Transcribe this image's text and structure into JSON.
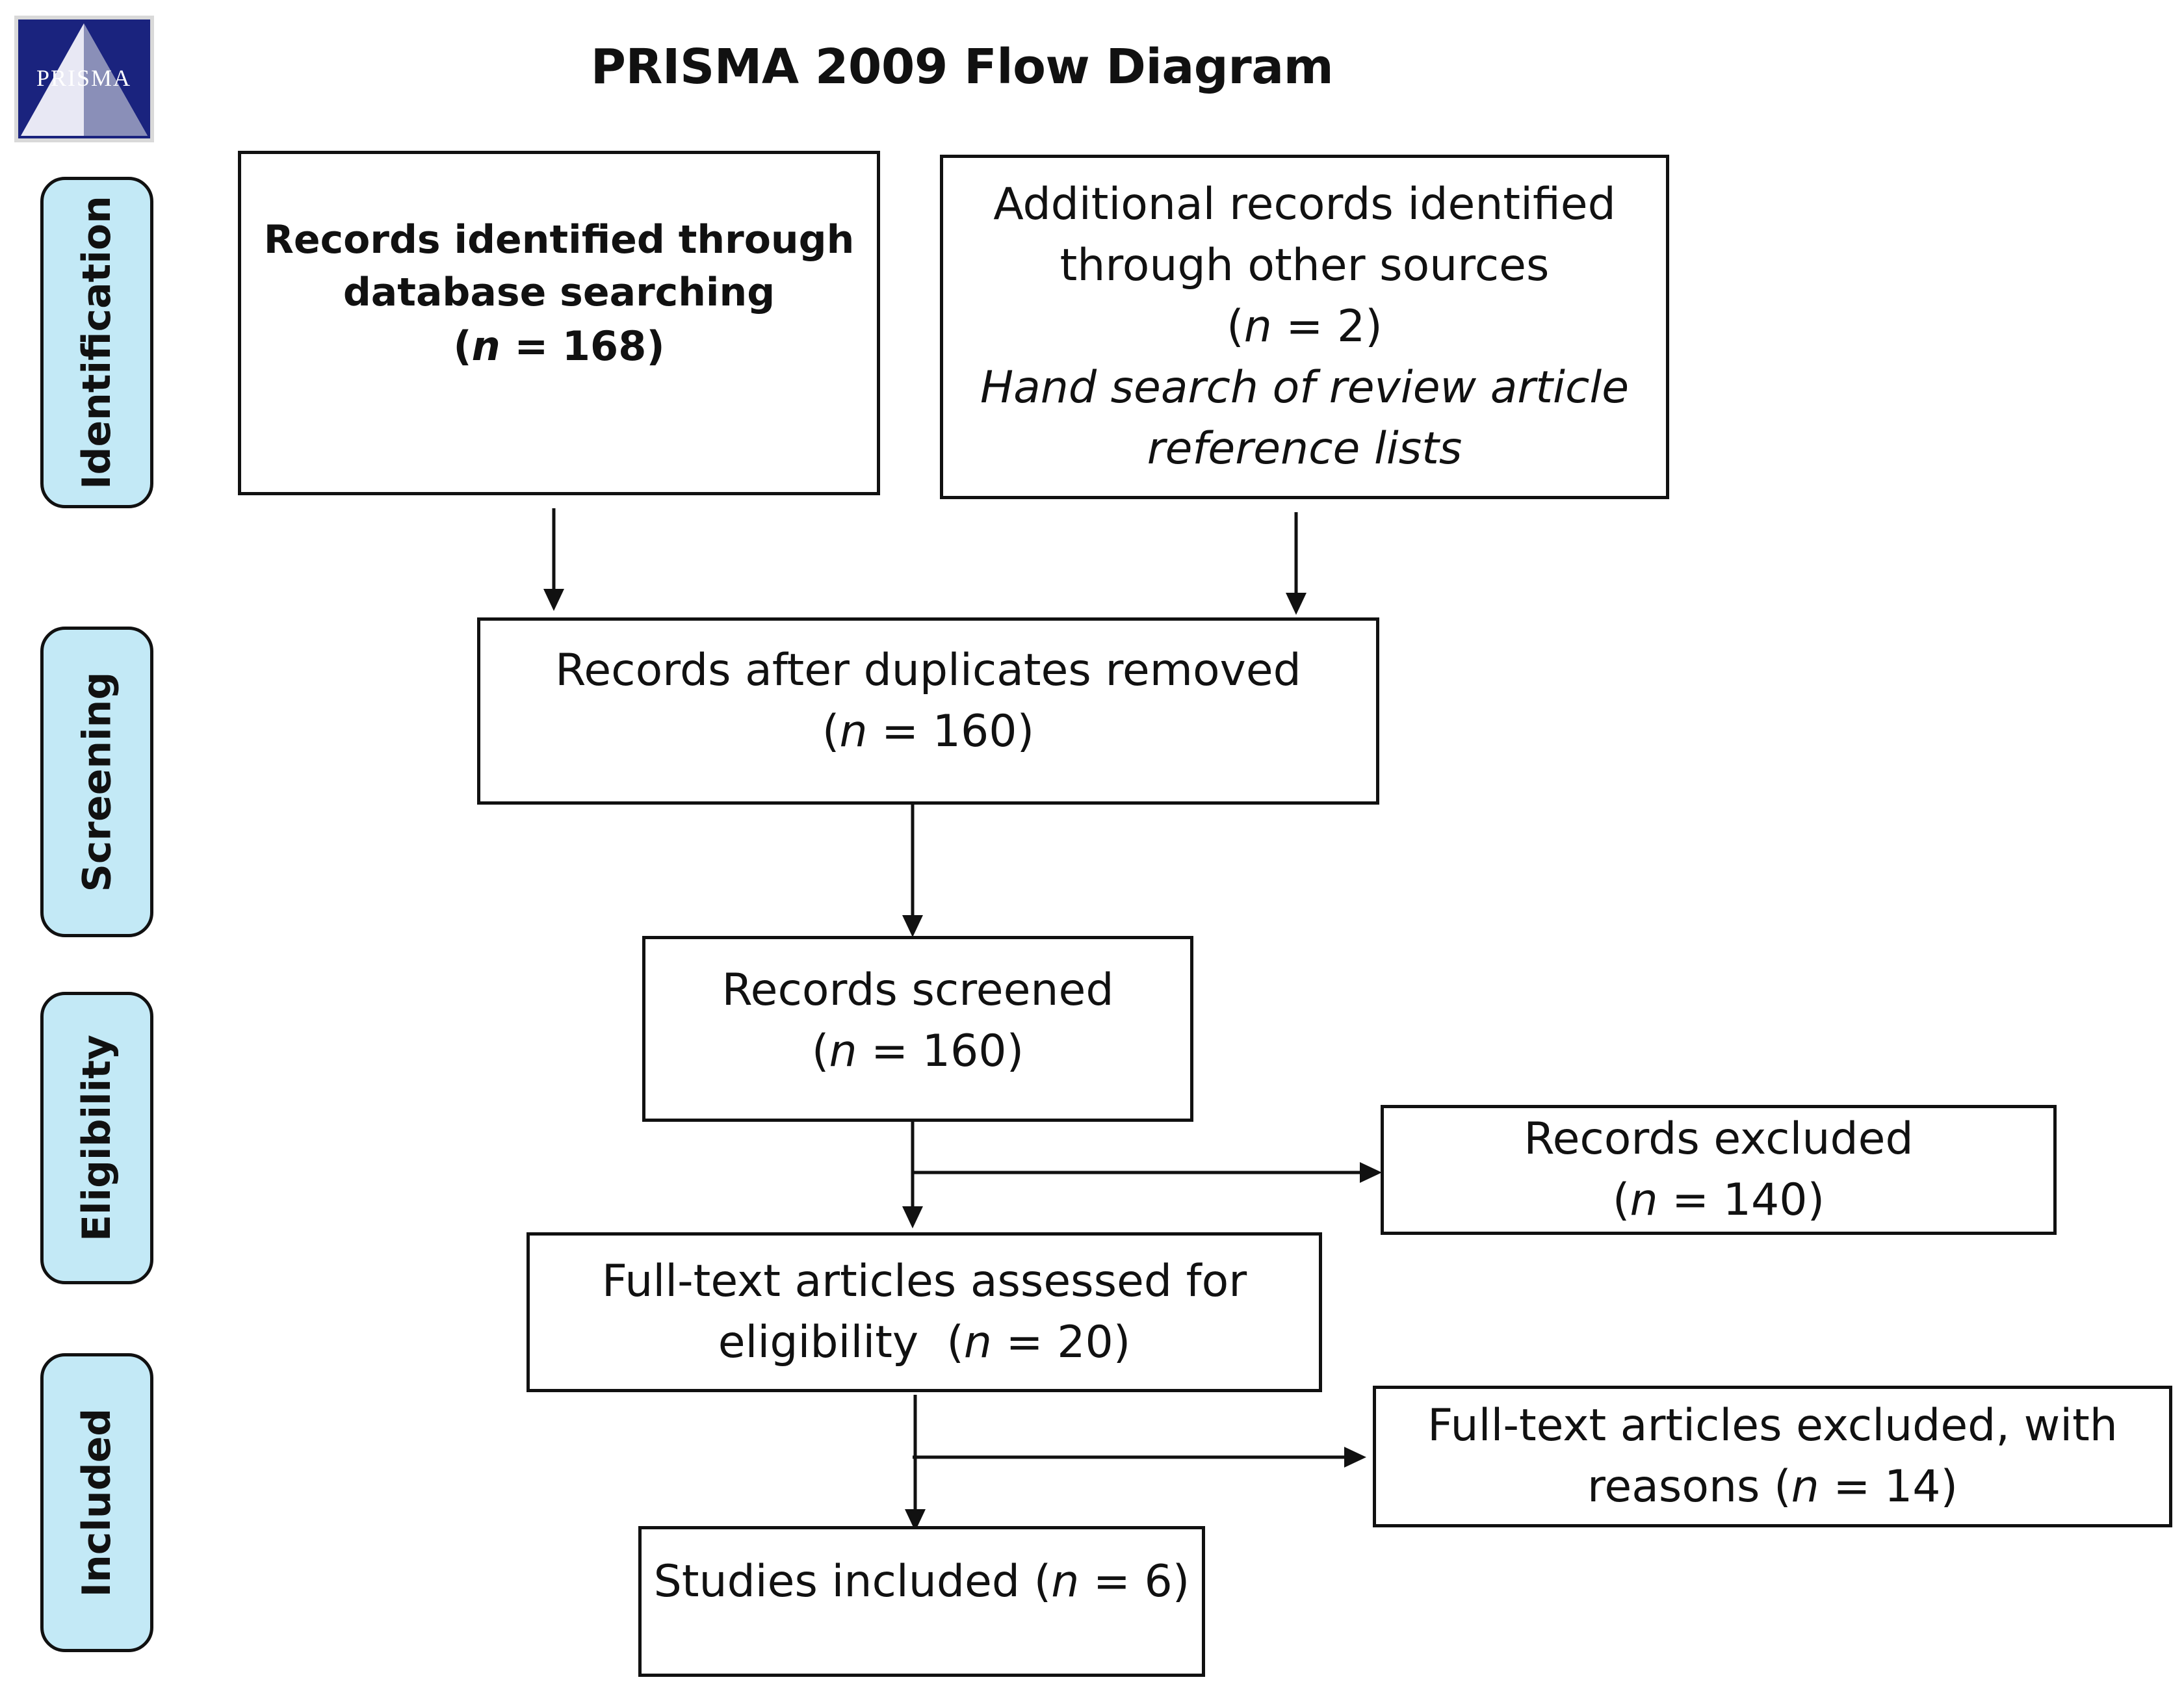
{
  "title": "PRISMA 2009 Flow Diagram",
  "logo": {
    "icon": "prisma-logo-icon",
    "text": "PRISMA"
  },
  "phases": {
    "identification": "Identification",
    "screening": "Screening",
    "eligibility": "Eligibility",
    "included": "Included"
  },
  "boxes": {
    "database": {
      "line1": "Records identified through",
      "line2": "database searching",
      "n": "168"
    },
    "other": {
      "line1": "Additional records identified",
      "line2": "through other sources",
      "n": "2",
      "note1": "Hand search of review article",
      "note2": "reference lists"
    },
    "duplicates": {
      "line1": "Records after duplicates removed",
      "n": "160"
    },
    "screened": {
      "line1": "Records screened",
      "n": "160"
    },
    "excluded": {
      "line1": "Records excluded",
      "n": "140"
    },
    "fulltext": {
      "line1": "Full-text articles assessed for",
      "line2": "eligibility",
      "n": "20"
    },
    "fulltext_excluded": {
      "line1": "Full-text articles excluded, with",
      "line2": "reasons",
      "n": "14"
    },
    "included": {
      "line1": "Studies included",
      "n": "6"
    }
  },
  "colors": {
    "phase_fill": "#c3e9f6",
    "border": "#111111"
  }
}
